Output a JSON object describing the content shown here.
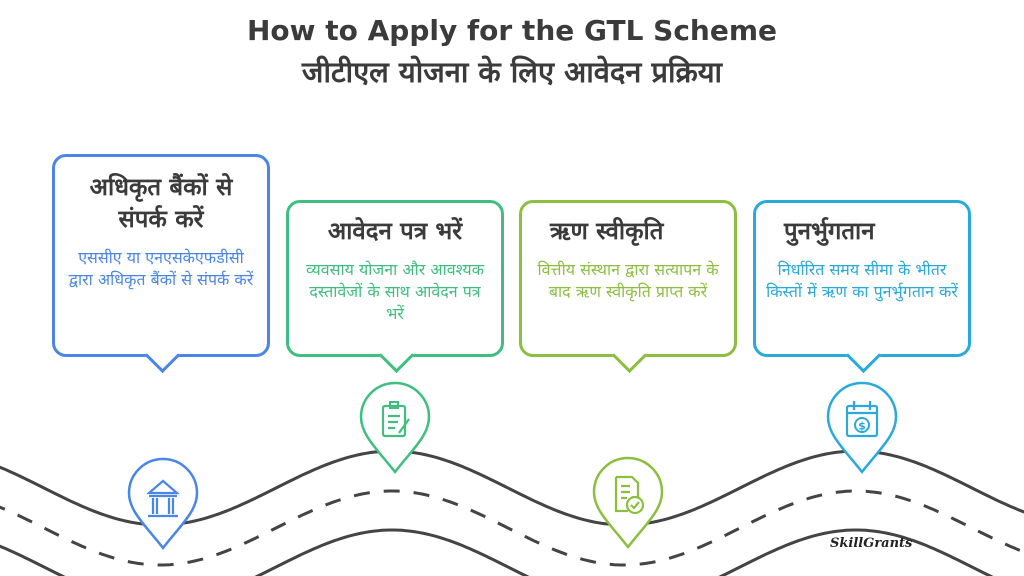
{
  "title_en": "How to Apply for the GTL Scheme",
  "title_hi": "जीटीएल योजना के लिए आवेदन प्रक्रिया",
  "steps": [
    {
      "title": "अधिकृत बैंकों से संपर्क करें",
      "body": "एससीए या एनएसकेएफडीसी द्वारा अधिकृत बैंकों से संपर्क करें",
      "color": "#4a86e8",
      "icon": "bank-icon"
    },
    {
      "title": "आवेदन पत्र भरें",
      "body": "व्यवसाय योजना और आवश्यक दस्तावेजों के साथ आवेदन पत्र भरें",
      "color": "#3fbf7f",
      "icon": "clipboard-edit-icon"
    },
    {
      "title": "ऋण स्वीकृति",
      "body": "वित्तीय संस्थान द्वारा सत्यापन के बाद ऋण स्वीकृति प्राप्त करें",
      "color": "#8cbf3f",
      "icon": "document-check-icon"
    },
    {
      "title": "पुनर्भुगतान",
      "body": "निर्धारित समय सीमा के भीतर किस्तों में ऋण का पुनर्भुगतान करें",
      "color": "#2aa9dc",
      "icon": "calendar-dollar-icon"
    }
  ],
  "brand": "SkillGrants"
}
